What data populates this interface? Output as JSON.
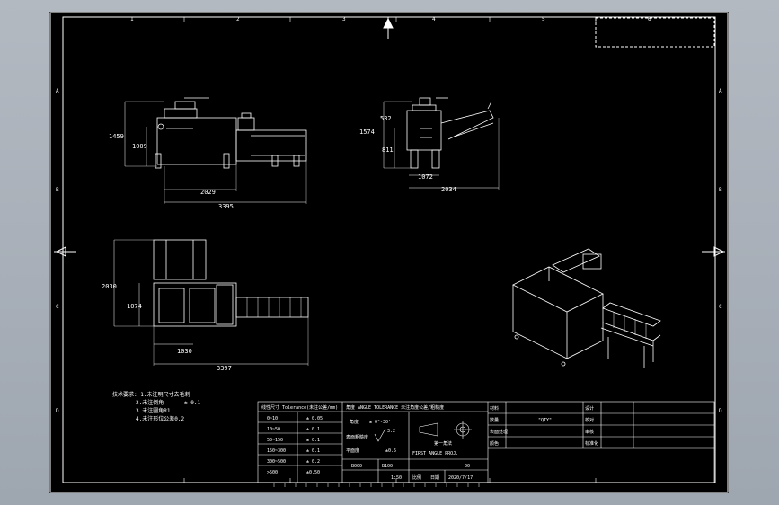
{
  "colors": {
    "background": "#a9b0b9",
    "sheet": "#000000",
    "lines": "#ffffff",
    "border_dash": "#ffffff"
  },
  "grid": {
    "columns": [
      "1",
      "2",
      "3",
      "4",
      "5",
      "6"
    ],
    "rows": [
      "A",
      "B",
      "C",
      "D"
    ]
  },
  "front_view": {
    "height": "1459",
    "height2": "1009",
    "width_inner": "2029",
    "width_total": "3395"
  },
  "side_view": {
    "top": "532",
    "total_height": "1574",
    "mid": "811",
    "base": "1072",
    "length": "2034"
  },
  "plan_view": {
    "depth": "2030",
    "inner_depth": "1074",
    "front": "1030",
    "width": "3397"
  },
  "tech_notes": {
    "l1": "技术要求: 1.未注明尺寸去毛刺",
    "l2": "2.未注倒角",
    "l2_value": "± 0.1",
    "l3": "3.未注圆角R1",
    "l4": "4.未注形位公差0.2"
  },
  "tolerance_table": {
    "header": "线性尺寸 Tolerance(未注公差/mm)",
    "rows": [
      {
        "range": "0~10",
        "tol": "± 0.05"
      },
      {
        "range": "10~50",
        "tol": "± 0.1"
      },
      {
        "range": "50~150",
        "tol": "± 0.1"
      },
      {
        "range": "150~300",
        "tol": "± 0.1"
      },
      {
        "range": "300~500",
        "tol": "± 0.2"
      },
      {
        "range": ">500",
        "tol": "±0.50"
      }
    ]
  },
  "angle_block": {
    "header": "角度 ANGLE TOLERANCE 未注角度公差/粗糙度",
    "angle_label": "角度",
    "angle_tol": "± 0°-30'",
    "rough_label": "表面粗糙度",
    "rough_val": "3.2",
    "flat_label": "平面度",
    "flat_val": "±0.5",
    "code_a": "B000",
    "code_b": "B100"
  },
  "projection": {
    "label_cn": "第一角法",
    "label_en": "FIRST ANGLE PROJ.",
    "scale_label": "比例",
    "scale": "1:50"
  },
  "info": {
    "material_label": "材料",
    "material_val": "",
    "qty_label": "数量",
    "qty_val": "\"QTY\"",
    "treatment_label": "表面处理",
    "finish_label": "颜色",
    "designer_label": "设计",
    "checker_label": "校对",
    "approver_label": "审核",
    "standard_label": "标准化",
    "drawing_no": "00",
    "date_label": "日期",
    "date": "2020/7/17"
  }
}
